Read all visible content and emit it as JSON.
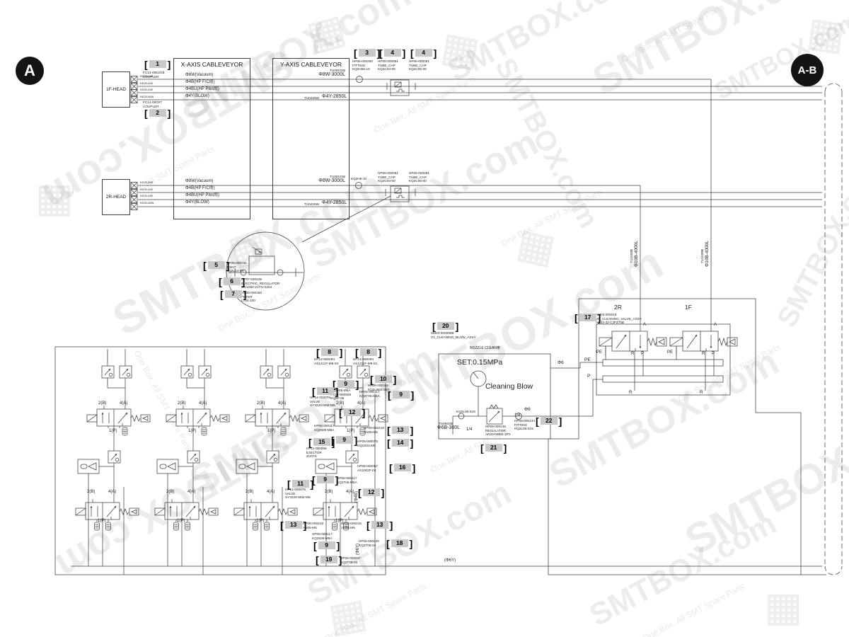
{
  "watermark": {
    "brand": "SMTBOX.com",
    "tagline": "One Box, All SMT Spare Parts"
  },
  "markers": {
    "a": "A",
    "ab": "A-B"
  },
  "heads": {
    "f1": {
      "label": "1F-HEAD",
      "ports": [
        "KK25-06E",
        "KK25-04E",
        "KK25-04E",
        "KK25-06W"
      ]
    },
    "r2": {
      "label": "2R-HEAD",
      "ports": [
        "KK25-06E",
        "KK25-04E",
        "KK25-04E",
        "KK25-06W"
      ]
    }
  },
  "lines": {
    "l1": "Φ8W(Vacuum)",
    "l2": "Φ4B(HP F/C用)",
    "l3": "Φ4BU(HP Pilot用)",
    "l4": "Φ4Y(BLOW)"
  },
  "cableveyor": {
    "x_title": "X-AXIS CABLEVEYOR",
    "y_title": "Y-AXIS CABLEVEYOR",
    "tube8_code": "TU08C0W",
    "tube8": "Φ8W-3000L",
    "tube4_code": "TU0425W",
    "tube4": "Φ4Y-2850L",
    "tube10_code": "TU1008B",
    "tube10": "Φ10B-4000L"
  },
  "callout_numbers": {
    "1": "1",
    "2": "2",
    "3": "3",
    "4": "4",
    "5": "5",
    "6": "6",
    "7": "7",
    "8": "8",
    "9": "9",
    "10": "10",
    "11": "11",
    "12": "12",
    "13": "13",
    "14": "14",
    "15": "15",
    "16": "16",
    "17": "17",
    "18": "18",
    "19": "19",
    "20": "20",
    "21": "21",
    "22": "22"
  },
  "parts": {
    "p1": "FC14-00E2GE\nCOUPLER",
    "p2": "FC14-00G#7\nCOUPLER",
    "p3": "HP06-000260\nFITTING\nKQ2H06-10",
    "p4a": "HP06-000091\nTUBE_CAP\nKQ2C04-00",
    "p4b": "HP06-000091\nTUBE_CAP\nKQ2C06-00",
    "p5": "HP06-000341\nJOINT\nKQ2L04-99",
    "p6": "HP07-000248\nELECTRIC_REGULATOR\nITV1050-21TN-X254",
    "p7": "HP09-000160\nFILTER\nL704-100",
    "p8": "HP14-900094\nAS1211F-M5-04",
    "p9a": "KQ2205-M5A\nPC14-900928\nKQ2P-06",
    "p9b": "HP06-000117\nKQ2T06-M5A",
    "p9c": "HP06-900117\nKQ2T06-M5A",
    "p9d": "HP06-000117\nKQ2506-M5A",
    "p10": "HP06-000348\nKQ2U604-00A",
    "p11": "HP14-002076\nVALVE\nSY3220-5MZ-M5",
    "p11b": "HP14-000976\nVALVE\nSY3220-5MZ-M5",
    "p13a": "HP09-000216\nAN05-M5",
    "p13b": "HP08-000218\nAN05-M5",
    "p13c": "HP05-000215\nAN05-M5",
    "p14": "HP06-000076\nKQ2S04-M5",
    "p15": "HP11-000096\nEJECTOR\nZU07S",
    "p16": "HP08-000067\nAS1002F-04",
    "p17": "AM03-000018\nVP_CLEANING_VALVE_ASSY\nAG33-32-CJFZ70B",
    "p18": "HP06-000230\nKQ2T06-04",
    "p19": "HP06-000047\nKQ2T08-00",
    "p20": "SM03-000099B\nV1_CLEANING_BLOW_ASSY",
    "p22": "HP09-000134\nFITTING\nKQ2L06-02S",
    "reg": "HP09-000135\nREGULATOR\nAR20-02BG-1RY",
    "kq2h": "KQ2H6-10",
    "kq2l": "KQ2L06-02S"
  },
  "valve": {
    "b": "2(B)",
    "a": "4(A)",
    "p": "1(P)",
    "A": "A",
    "R": "R",
    "P": "P",
    "PE": "PE",
    "v2r": "2R",
    "v1f": "1F"
  },
  "cleaning": {
    "set": "SET:0.15MPa",
    "blow": "Cleaning Blow",
    "nozzle": "NOZZLE CLEAN用",
    "phi6": "Φ6",
    "quarter": "1/4",
    "tube6_code": "TU0604B",
    "tube6": "Φ6B-300L"
  },
  "pipes": {
    "phi4b": "(Φ4B)",
    "phi6y": "(Φ6Y)"
  }
}
